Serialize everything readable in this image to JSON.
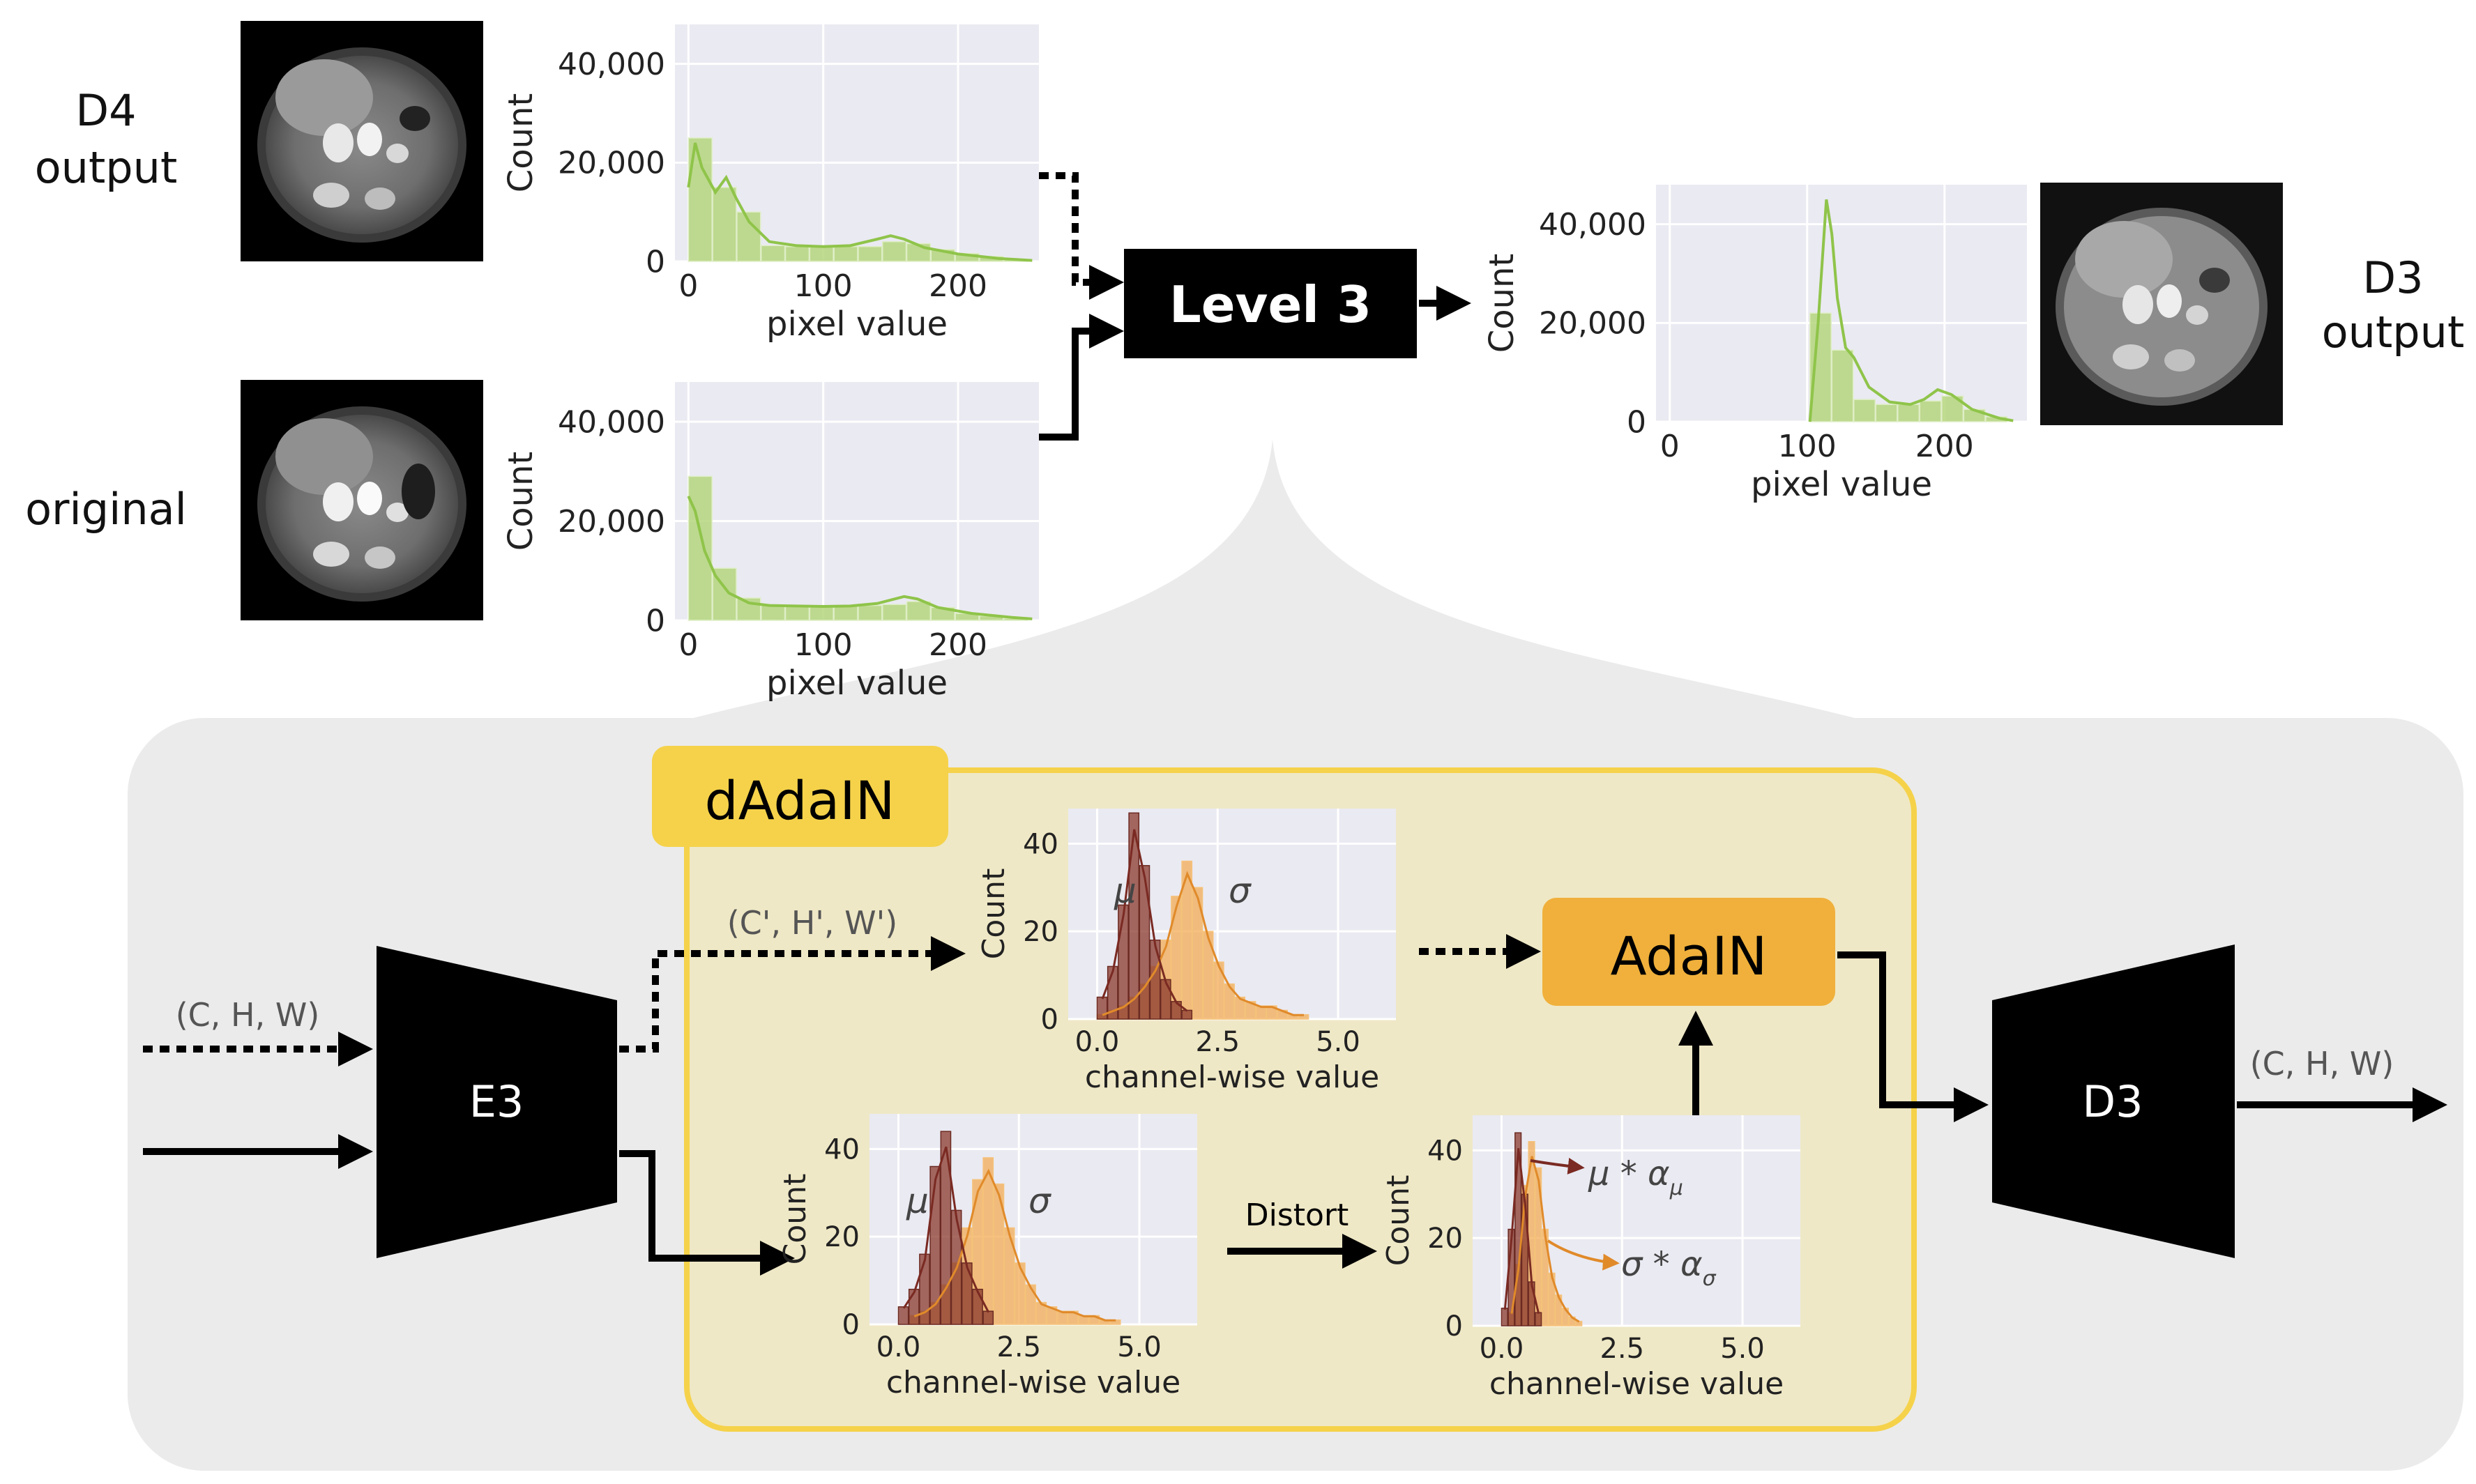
{
  "top": {
    "d4_output_label": [
      "D4",
      "output"
    ],
    "original_label": "original",
    "level_box": "Level 3",
    "d3_output_label": [
      "D3",
      "output"
    ]
  },
  "histograms": {
    "count_label": "Count",
    "pixel_xlabel": "pixel value",
    "pixel_xticks": [
      "0",
      "100",
      "200"
    ],
    "pixel_yticks": [
      "0",
      "20,000",
      "40,000"
    ],
    "channel_xlabel": "channel-wise value",
    "channel_xticks": [
      "0.0",
      "2.5",
      "5.0"
    ],
    "channel_yticks": [
      "0",
      "20",
      "40"
    ]
  },
  "bottom": {
    "dadain_label": "dAdaIN",
    "adain_label": "AdaIN",
    "e3_label": "E3",
    "d3_label": "D3",
    "distort_label": "Distort",
    "input_shape": "(C, H, W)",
    "output_shape": "(C, H, W)",
    "style_shape": "(C', H', W')",
    "mu": "μ",
    "sigma": "σ",
    "mu_alpha_base": "μ * α",
    "mu_alpha_sub": "μ",
    "sigma_alpha_base": "σ * α",
    "sigma_alpha_sub": "σ"
  },
  "colors": {
    "green_bar": "#b5d67e",
    "green_line": "#8fc44a",
    "orange_bar": "#f2a64a",
    "maroon_bar": "#8a3a2e",
    "adain_fill": "#f0b03b",
    "dadain_panel": "#efe8c6",
    "dadain_border": "#f5d24a",
    "outer_panel": "#ebebeb",
    "plot_bg": "#eaeaf2"
  },
  "chart_data": [
    {
      "type": "bar",
      "name_ref": "D4 output pixel histogram",
      "xlabel": "pixel value",
      "ylabel": "Count",
      "xlim": [
        -10,
        260
      ],
      "ylim": [
        0,
        48000
      ],
      "bin_width": 18,
      "bin_starts": [
        0,
        18,
        36,
        54,
        72,
        90,
        108,
        126,
        144,
        162,
        180,
        198,
        216,
        234
      ],
      "values": [
        25000,
        15000,
        10000,
        3200,
        3000,
        3000,
        3000,
        3000,
        4000,
        3600,
        2400,
        1600,
        1000,
        400
      ],
      "kde_x": [
        0,
        5,
        10,
        20,
        28,
        35,
        45,
        60,
        80,
        100,
        120,
        140,
        150,
        160,
        175,
        200,
        230,
        255
      ],
      "kde_y": [
        15000,
        24000,
        19000,
        14000,
        17000,
        13000,
        8000,
        4000,
        3200,
        3000,
        3200,
        4500,
        5200,
        4500,
        2800,
        1500,
        600,
        200
      ]
    },
    {
      "type": "bar",
      "name_ref": "original pixel histogram",
      "xlabel": "pixel value",
      "ylabel": "Count",
      "xlim": [
        -10,
        260
      ],
      "ylim": [
        0,
        48000
      ],
      "bin_width": 18,
      "bin_starts": [
        0,
        18,
        36,
        54,
        72,
        90,
        108,
        126,
        144,
        162,
        180,
        198,
        216,
        234
      ],
      "values": [
        29000,
        10500,
        4500,
        3000,
        2900,
        2800,
        2900,
        3000,
        3200,
        3800,
        2600,
        1400,
        900,
        400
      ],
      "kde_x": [
        0,
        5,
        12,
        20,
        30,
        45,
        60,
        80,
        100,
        120,
        140,
        160,
        170,
        185,
        210,
        240,
        255
      ],
      "kde_y": [
        25000,
        22000,
        14000,
        9000,
        5500,
        3500,
        3000,
        2900,
        2800,
        2900,
        3400,
        4800,
        4300,
        2600,
        1400,
        600,
        300
      ]
    },
    {
      "type": "bar",
      "name_ref": "D3 output pixel histogram",
      "xlabel": "pixel value",
      "ylabel": "Count",
      "xlim": [
        -10,
        260
      ],
      "ylim": [
        0,
        48000
      ],
      "bin_width": 16,
      "bin_starts": [
        102,
        118,
        134,
        150,
        166,
        182,
        198,
        214,
        230
      ],
      "values": [
        22000,
        14500,
        4500,
        3500,
        3500,
        4200,
        5200,
        2500,
        1000
      ],
      "kde_x": [
        102,
        108,
        114,
        118,
        122,
        128,
        134,
        145,
        160,
        175,
        185,
        195,
        205,
        220,
        240,
        250
      ],
      "kde_y": [
        0,
        20000,
        45000,
        38000,
        25000,
        15000,
        13000,
        7000,
        4000,
        3500,
        4500,
        6500,
        5500,
        2500,
        700,
        200
      ]
    },
    {
      "type": "bar",
      "name_ref": "style channel-wise stats",
      "xlabel": "channel-wise value",
      "ylabel": "Count",
      "xlim": [
        -0.6,
        6.2
      ],
      "ylim": [
        0,
        48
      ],
      "bin_width": 0.22,
      "series": [
        {
          "name": "μ",
          "bin_starts": [
            0.0,
            0.22,
            0.44,
            0.66,
            0.88,
            1.1,
            1.32,
            1.54,
            1.76
          ],
          "values": [
            5,
            12,
            26,
            47,
            35,
            18,
            9,
            4,
            2
          ]
        },
        {
          "name": "σ",
          "bin_starts": [
            0.0,
            0.22,
            0.44,
            0.66,
            0.88,
            1.1,
            1.32,
            1.54,
            1.76,
            1.98,
            2.2,
            2.42,
            2.64,
            2.86,
            3.08,
            3.3,
            3.52,
            3.74,
            3.96,
            4.18
          ],
          "values": [
            1,
            2,
            3,
            5,
            8,
            12,
            18,
            28,
            36,
            30,
            20,
            13,
            8,
            5,
            4,
            3,
            3,
            2,
            1,
            1
          ]
        }
      ]
    },
    {
      "type": "bar",
      "name_ref": "content channel-wise stats",
      "xlabel": "channel-wise value",
      "ylabel": "Count",
      "xlim": [
        -0.6,
        6.2
      ],
      "ylim": [
        0,
        48
      ],
      "bin_width": 0.22,
      "series": [
        {
          "name": "μ",
          "bin_starts": [
            0.0,
            0.22,
            0.44,
            0.66,
            0.88,
            1.1,
            1.32,
            1.54,
            1.76
          ],
          "values": [
            4,
            8,
            16,
            36,
            44,
            26,
            14,
            8,
            3
          ]
        },
        {
          "name": "σ",
          "bin_starts": [
            0.22,
            0.44,
            0.66,
            0.88,
            1.1,
            1.32,
            1.54,
            1.76,
            1.98,
            2.2,
            2.42,
            2.64,
            2.86,
            3.08,
            3.3,
            3.52,
            3.74,
            3.96,
            4.18,
            4.4
          ],
          "values": [
            2,
            3,
            5,
            9,
            14,
            22,
            33,
            38,
            32,
            22,
            14,
            9,
            5,
            4,
            3,
            3,
            2,
            2,
            1,
            1
          ]
        }
      ]
    },
    {
      "type": "bar",
      "name_ref": "distorted channel-wise stats",
      "xlabel": "channel-wise value",
      "ylabel": "Count",
      "xlim": [
        -0.6,
        6.2
      ],
      "ylim": [
        0,
        48
      ],
      "bin_width": 0.14,
      "series": [
        {
          "name": "μ * α_μ",
          "bin_starts": [
            0.0,
            0.14,
            0.28,
            0.42,
            0.56,
            0.7
          ],
          "values": [
            4,
            22,
            44,
            30,
            10,
            3
          ]
        },
        {
          "name": "σ * α_σ",
          "bin_starts": [
            0.14,
            0.28,
            0.42,
            0.56,
            0.7,
            0.84,
            0.98,
            1.12,
            1.26,
            1.4,
            1.54
          ],
          "values": [
            3,
            14,
            32,
            42,
            36,
            22,
            12,
            7,
            4,
            2,
            1
          ]
        }
      ]
    }
  ]
}
